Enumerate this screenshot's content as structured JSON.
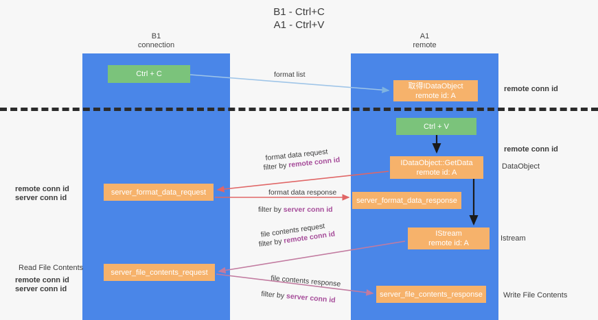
{
  "title": {
    "line1": "B1 - Ctrl+C",
    "line2": "A1 - Ctrl+V"
  },
  "lanes": [
    {
      "id": "b1",
      "name": "B1",
      "role": "connection",
      "color": "#4a86e8"
    },
    {
      "id": "a1",
      "name": "A1",
      "role": "remote",
      "color": "#4a86e8"
    }
  ],
  "colors": {
    "lane": "#4a86e8",
    "node_orange": "#f6b26b",
    "node_green": "#7bc37b",
    "remote_conn_id": "#a64d9a",
    "server_conn_id": "#6aa84f",
    "arrow_blue": "#9fc5e8",
    "arrow_red": "#e06666",
    "arrow_black": "#1a1a1a",
    "arrow_magenta": "#c27ba0",
    "divider": "#2b2b2b"
  },
  "nodes": {
    "ctrl_c": {
      "line1": "Ctrl + C",
      "line2": ""
    },
    "idataobject": {
      "line1": "取得IDataObject",
      "line2": "remote id: A"
    },
    "ctrl_v": {
      "line1": "Ctrl + V",
      "line2": ""
    },
    "getdata": {
      "line1": "IDataObject::GetData",
      "line2": "remote id: A"
    },
    "server_format_data_request": {
      "line1": "server_format_data_request",
      "line2": ""
    },
    "server_format_data_response": {
      "line1": "server_format_data_response",
      "line2": ""
    },
    "istream": {
      "line1": "IStream",
      "line2": "remote id: A"
    },
    "server_file_contents_request": {
      "line1": "server_file_contents_request",
      "line2": ""
    },
    "server_file_contents_response": {
      "line1": "server_file_contents_response",
      "line2": ""
    }
  },
  "edge_labels": {
    "format_list": "format list",
    "format_data_request": "format data request",
    "format_data_request_filter_prefix": "filter by ",
    "format_data_request_filter_key": "remote conn id",
    "format_data_response": "format data response",
    "format_data_response_filter_prefix": "filter by ",
    "format_data_response_filter_key": "server conn id",
    "file_contents_request": "file contents request",
    "file_contents_request_filter_prefix": "filter by ",
    "file_contents_request_filter_key": "remote conn id",
    "file_contents_response": "file contents response",
    "file_contents_response_filter_prefix": "filter by ",
    "file_contents_response_filter_key": "server conn id"
  },
  "side_labels": {
    "right_remote_conn_id_top": "remote conn id",
    "right_remote_conn_id_mid": "remote conn id",
    "right_dataobject": "DataObject",
    "right_istream": "Istream",
    "right_write_file_contents": "Write File Contents",
    "left_remote_conn_id": "remote conn id",
    "left_server_conn_id": "server conn id",
    "left_read_file_contents": "Read File Contents",
    "left_remote_conn_id_2": "remote conn id",
    "left_server_conn_id_2": "server conn id"
  }
}
